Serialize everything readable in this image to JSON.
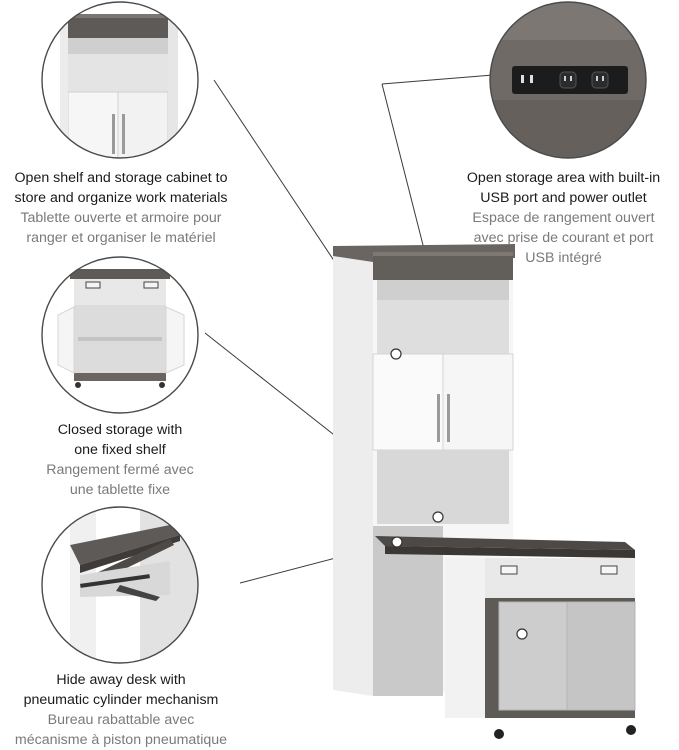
{
  "features": [
    {
      "id": "open-shelf",
      "en": [
        "Open shelf and storage cabinet to",
        "store and organize work materials"
      ],
      "fr": [
        "Tablette ouverte et armoire pour",
        "ranger et organiser le matériel"
      ]
    },
    {
      "id": "closed-storage",
      "en": [
        "Closed storage with",
        "one fixed shelf"
      ],
      "fr": [
        "Rangement fermé avec",
        "une tablette fixe"
      ]
    },
    {
      "id": "hide-away-desk",
      "en": [
        "Hide away desk with",
        "pneumatic cylinder mechanism"
      ],
      "fr": [
        "Bureau rabattable avec",
        "mécanisme à piston pneumatique"
      ]
    },
    {
      "id": "open-storage-usb",
      "en": [
        "Open storage area with built-in",
        "USB port and power outlet"
      ],
      "fr": [
        "Espace de rangement ouvert",
        "avec prise de courant et port",
        "USB intégré"
      ]
    }
  ],
  "colors": {
    "white_panel": "#f4f4f4",
    "panel_shadow": "#d9d9d9",
    "wood_dark": "#5d5a57",
    "wood_mid": "#77726d",
    "light_gray_door": "#c9c9c9",
    "outlet_black": "#1c1c1c",
    "leader_line": "#3a3a3a",
    "english_text": "#1a1a1a",
    "french_text": "#7a7a7a"
  }
}
